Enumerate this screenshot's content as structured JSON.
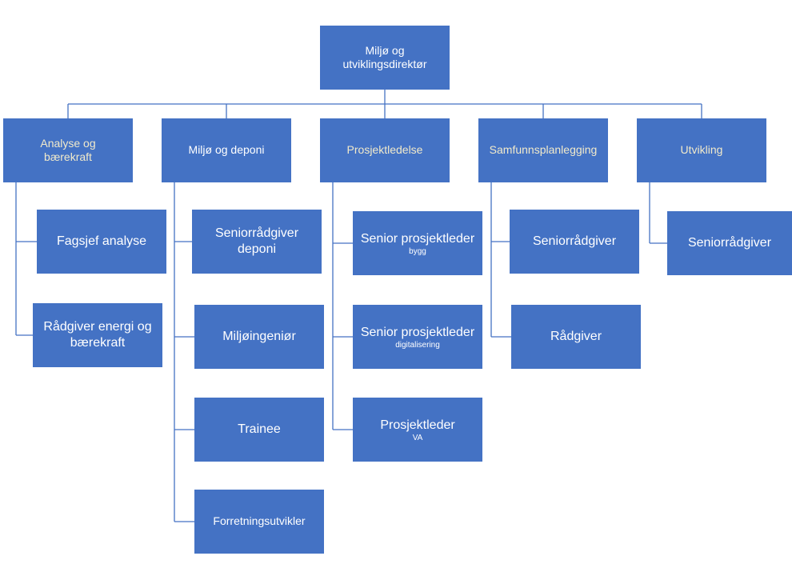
{
  "director": {
    "title": "Miljø og utviklingsdirektør"
  },
  "departments": [
    {
      "name": "Analyse og bærekraft",
      "roles": [
        {
          "title": "Fagsjef analyse"
        },
        {
          "title": "Rådgiver energi og bærekraft"
        }
      ]
    },
    {
      "name": "Miljø og deponi",
      "roles": [
        {
          "title": "Seniorrådgiver deponi"
        },
        {
          "title": "Miljøingeniør"
        },
        {
          "title": "Trainee"
        },
        {
          "title": "Forretningsutvikler"
        }
      ]
    },
    {
      "name": "Prosjektledelse",
      "roles": [
        {
          "title": "Senior prosjektleder",
          "sub": "bygg"
        },
        {
          "title": "Senior prosjektleder",
          "sub": "digitalisering"
        },
        {
          "title": "Prosjektleder",
          "sub": "VA"
        }
      ]
    },
    {
      "name": "Samfunnsplanlegging",
      "roles": [
        {
          "title": "Seniorrådgiver"
        },
        {
          "title": "Rådgiver"
        }
      ]
    },
    {
      "name": "Utvikling",
      "roles": [
        {
          "title": "Seniorrådgiver"
        }
      ]
    }
  ],
  "colors": {
    "box": "#4472c4",
    "line": "#4472c4",
    "dept_text": "#f1eacb"
  }
}
